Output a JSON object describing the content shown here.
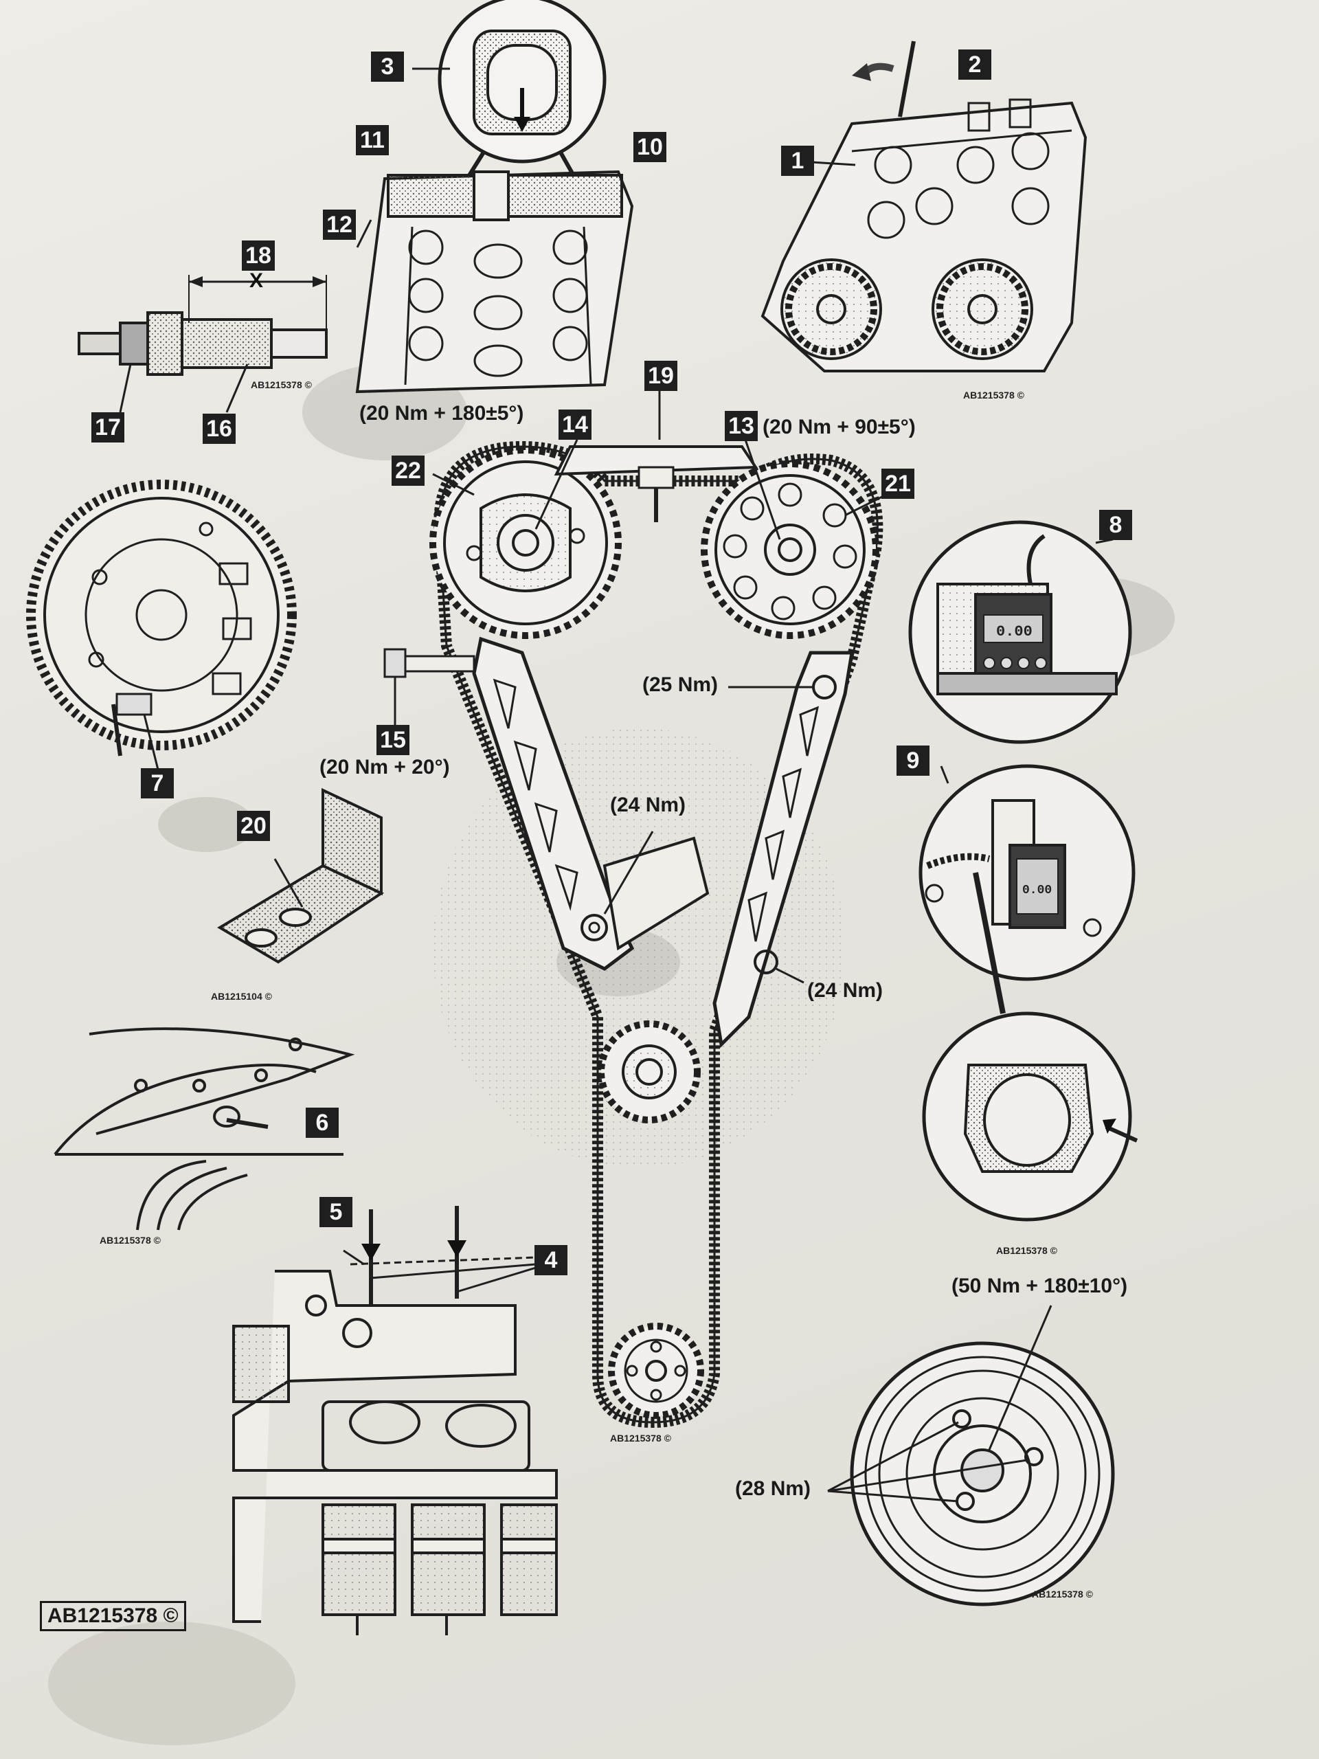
{
  "callouts": {
    "c1": "1",
    "c2": "2",
    "c3": "3",
    "c4": "4",
    "c5": "5",
    "c6": "6",
    "c7": "7",
    "c8": "8",
    "c9": "9",
    "c10": "10",
    "c11": "11",
    "c12": "12",
    "c13": "13",
    "c14": "14",
    "c15": "15",
    "c16": "16",
    "c17": "17",
    "c18": "18",
    "c19": "19",
    "c20": "20",
    "c21": "21",
    "c22": "22"
  },
  "dimension_label": "X",
  "torque": {
    "t14": "(20 Nm + 180±5°)",
    "t13": "(20 Nm + 90±5°)",
    "t15": "(20 Nm + 20°)",
    "t_upper_guide": "(25 Nm)",
    "t_mid_guide": "(24 Nm)",
    "t_lower_guide": "(24 Nm)",
    "t_pulley_center": "(50 Nm + 180±10°)",
    "t_pulley_bolts": "(28 Nm)"
  },
  "refs": {
    "r_camshaft_tool": "AB1215378 ©",
    "r_cylinder_head": "AB1215378 ©",
    "r_bracket": "AB1215104 ©",
    "r_flywheel_pin": "AB1215378 ©",
    "r_timing_chain": "AB1215378 ©",
    "r_gauge_detail": "AB1215378 ©",
    "r_pulley": "AB1215378 ©",
    "main_ref": "AB1215378 ©"
  },
  "gauge_readings": {
    "gauge8": "0.00",
    "gauge9": "0.00"
  },
  "colors": {
    "ink": "#1f1f1f",
    "paper": "#ebe9e3",
    "shade": "#8a8a8a"
  }
}
